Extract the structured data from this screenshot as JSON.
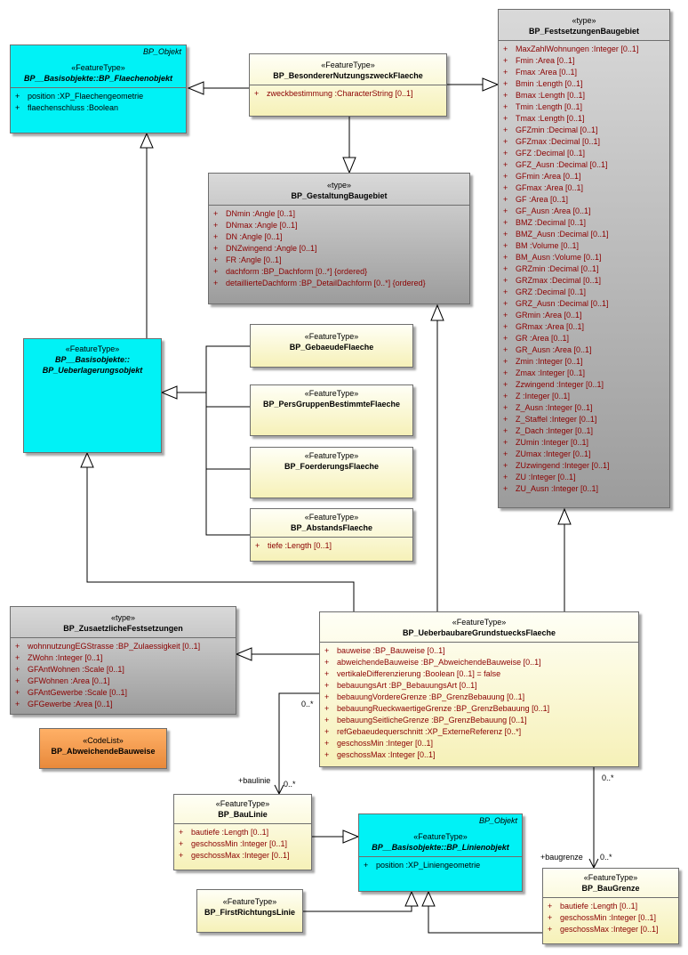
{
  "classes": {
    "flaechenobjekt": {
      "stereotype": "«FeatureType»",
      "name": "BP__Basisobjekte::BP_Flaechenobjekt",
      "corner": "BP_Objekt",
      "attrs": [
        {
          "m": "+",
          "t": "position  :XP_Flaechengeometrie"
        },
        {
          "m": "+",
          "t": "flaechenschluss  :Boolean"
        }
      ]
    },
    "nutzungszweck": {
      "stereotype": "«FeatureType»",
      "name": "BP_BesondererNutzungszweckFlaeche",
      "attrs": [
        {
          "m": "+",
          "t": "zweckbestimmung  :CharacterString [0..1]"
        }
      ]
    },
    "gestaltung": {
      "stereotype": "«type»",
      "name": "BP_GestaltungBaugebiet",
      "attrs": [
        {
          "m": "+",
          "t": "DNmin  :Angle [0..1]"
        },
        {
          "m": "+",
          "t": "DNmax  :Angle [0..1]"
        },
        {
          "m": "+",
          "t": "DN  :Angle [0..1]"
        },
        {
          "m": "+",
          "t": "DNZwingend  :Angle [0..1]"
        },
        {
          "m": "+",
          "t": "FR  :Angle [0..1]"
        },
        {
          "m": "+",
          "t": "dachform  :BP_Dachform [0..*] {ordered}"
        },
        {
          "m": "+",
          "t": "detaillierteDachform  :BP_DetailDachform [0..*] {ordered}"
        }
      ]
    },
    "festsetzungen": {
      "stereotype": "«type»",
      "name": "BP_FestsetzungenBaugebiet",
      "attrs": [
        {
          "m": "+",
          "t": "MaxZahlWohnungen  :Integer [0..1]"
        },
        {
          "m": "+",
          "t": "Fmin  :Area [0..1]"
        },
        {
          "m": "+",
          "t": "Fmax  :Area [0..1]"
        },
        {
          "m": "+",
          "t": "Bmin  :Length [0..1]"
        },
        {
          "m": "+",
          "t": "Bmax  :Length [0..1]"
        },
        {
          "m": "+",
          "t": "Tmin  :Length [0..1]"
        },
        {
          "m": "+",
          "t": "Tmax  :Length [0..1]"
        },
        {
          "m": "+",
          "t": "GFZmin  :Decimal [0..1]"
        },
        {
          "m": "+",
          "t": "GFZmax  :Decimal [0..1]"
        },
        {
          "m": "+",
          "t": "GFZ  :Decimal [0..1]"
        },
        {
          "m": "+",
          "t": "GFZ_Ausn  :Decimal [0..1]"
        },
        {
          "m": "+",
          "t": "GFmin  :Area [0..1]"
        },
        {
          "m": "+",
          "t": "GFmax  :Area [0..1]"
        },
        {
          "m": "+",
          "t": "GF  :Area [0..1]"
        },
        {
          "m": "+",
          "t": "GF_Ausn  :Area [0..1]"
        },
        {
          "m": "+",
          "t": "BMZ  :Decimal [0..1]"
        },
        {
          "m": "+",
          "t": "BMZ_Ausn  :Decimal [0..1]"
        },
        {
          "m": "+",
          "t": "BM  :Volume [0..1]"
        },
        {
          "m": "+",
          "t": "BM_Ausn  :Volume [0..1]"
        },
        {
          "m": "+",
          "t": "GRZmin  :Decimal [0..1]"
        },
        {
          "m": "+",
          "t": "GRZmax  :Decimal [0..1]"
        },
        {
          "m": "+",
          "t": "GRZ  :Decimal [0..1]"
        },
        {
          "m": "+",
          "t": "GRZ_Ausn  :Decimal [0..1]"
        },
        {
          "m": "+",
          "t": "GRmin  :Area [0..1]"
        },
        {
          "m": "+",
          "t": "GRmax  :Area [0..1]"
        },
        {
          "m": "+",
          "t": "GR  :Area [0..1]"
        },
        {
          "m": "+",
          "t": "GR_Ausn  :Area [0..1]"
        },
        {
          "m": "+",
          "t": "Zmin  :Integer [0..1]"
        },
        {
          "m": "+",
          "t": "Zmax  :Integer [0..1]"
        },
        {
          "m": "+",
          "t": "Zzwingend  :Integer [0..1]"
        },
        {
          "m": "+",
          "t": "Z  :Integer [0..1]"
        },
        {
          "m": "+",
          "t": "Z_Ausn  :Integer [0..1]"
        },
        {
          "m": "+",
          "t": "Z_Staffel  :Integer [0..1]"
        },
        {
          "m": "+",
          "t": "Z_Dach  :Integer [0..1]"
        },
        {
          "m": "+",
          "t": "ZUmin  :Integer [0..1]"
        },
        {
          "m": "+",
          "t": "ZUmax  :Integer [0..1]"
        },
        {
          "m": "+",
          "t": "ZUzwingend  :Integer [0..1]"
        },
        {
          "m": "+",
          "t": "ZU  :Integer [0..1]"
        },
        {
          "m": "+",
          "t": "ZU_Ausn  :Integer [0..1]"
        }
      ]
    },
    "ueberlagerung": {
      "stereotype": "«FeatureType»",
      "name1": "BP__Basisobjekte::",
      "name2": "BP_Ueberlagerungsobjekt"
    },
    "gebaeude": {
      "stereotype": "«FeatureType»",
      "name": "BP_GebaeudeFlaeche"
    },
    "persgruppen": {
      "stereotype": "«FeatureType»",
      "name": "BP_PersGruppenBestimmteFlaeche"
    },
    "foerderung": {
      "stereotype": "«FeatureType»",
      "name": "BP_FoerderungsFlaeche"
    },
    "abstand": {
      "stereotype": "«FeatureType»",
      "name": "BP_AbstandsFlaeche",
      "attrs": [
        {
          "m": "+",
          "t": "tiefe  :Length [0..1]"
        }
      ]
    },
    "zusaetzliche": {
      "stereotype": "«type»",
      "name": "BP_ZusaetzlicheFestsetzungen",
      "attrs": [
        {
          "m": "+",
          "t": "wohnnutzungEGStrasse  :BP_Zulaessigkeit [0..1]"
        },
        {
          "m": "+",
          "t": "ZWohn  :Integer [0..1]"
        },
        {
          "m": "+",
          "t": "GFAntWohnen  :Scale [0..1]"
        },
        {
          "m": "+",
          "t": "GFWohnen  :Area [0..1]"
        },
        {
          "m": "+",
          "t": "GFAntGewerbe  :Scale [0..1]"
        },
        {
          "m": "+",
          "t": "GFGewerbe  :Area [0..1]"
        }
      ]
    },
    "ueberbaubare": {
      "stereotype": "«FeatureType»",
      "name": "BP_UeberbaubareGrundstuecksFlaeche",
      "attrs": [
        {
          "m": "+",
          "t": "bauweise  :BP_Bauweise [0..1]"
        },
        {
          "m": "+",
          "t": "abweichendeBauweise  :BP_AbweichendeBauweise [0..1]"
        },
        {
          "m": "+",
          "t": "vertikaleDifferenzierung  :Boolean [0..1] = false"
        },
        {
          "m": "+",
          "t": "bebauungsArt  :BP_BebauungsArt [0..1]"
        },
        {
          "m": "+",
          "t": "bebauungVordereGrenze  :BP_GrenzBebauung [0..1]"
        },
        {
          "m": "+",
          "t": "bebauungRueckwaertigeGrenze  :BP_GrenzBebauung [0..1]"
        },
        {
          "m": "+",
          "t": "bebauungSeitlicheGrenze  :BP_GrenzBebauung [0..1]"
        },
        {
          "m": "+",
          "t": "refGebaeudequerschnitt  :XP_ExterneReferenz [0..*]"
        },
        {
          "m": "+",
          "t": "geschossMin  :Integer [0..1]"
        },
        {
          "m": "+",
          "t": "geschossMax  :Integer [0..1]"
        }
      ]
    },
    "codelist": {
      "stereotype": "«CodeList»",
      "name": "BP_AbweichendeBauweise"
    },
    "baulinie": {
      "stereotype": "«FeatureType»",
      "name": "BP_BauLinie",
      "attrs": [
        {
          "m": "+",
          "t": "bautiefe  :Length [0..1]"
        },
        {
          "m": "+",
          "t": "geschossMin  :Integer [0..1]"
        },
        {
          "m": "+",
          "t": "geschossMax  :Integer [0..1]"
        }
      ]
    },
    "linienobjekt": {
      "stereotype": "«FeatureType»",
      "name": "BP__Basisobjekte::BP_Linienobjekt",
      "corner": "BP_Objekt",
      "attrs": [
        {
          "m": "+",
          "t": "position  :XP_Liniengeometrie"
        }
      ]
    },
    "firstrichtung": {
      "stereotype": "«FeatureType»",
      "name": "BP_FirstRichtungsLinie"
    },
    "baugrenze": {
      "stereotype": "«FeatureType»",
      "name": "BP_BauGrenze",
      "attrs": [
        {
          "m": "+",
          "t": "bautiefe  :Length [0..1]"
        },
        {
          "m": "+",
          "t": "geschossMin  :Integer [0..1]"
        },
        {
          "m": "+",
          "t": "geschossMax  :Integer [0..1]"
        }
      ]
    }
  },
  "labels": {
    "baulinie_role": "+baulinie",
    "baulinie_mult_near": "0..*",
    "baulinie_mult_src": "0..*",
    "baugrenze_role": "+baugrenze",
    "baugrenze_mult_near": "0..*",
    "baugrenze_mult_src": "0..*"
  },
  "colors": {
    "featuretype_fill": "#f6f1b8",
    "abstract_fill": "#00f2f6",
    "type_fill": "#a8a8a8",
    "codelist_fill": "#e8893b",
    "attribute_text": "#8b0000"
  }
}
